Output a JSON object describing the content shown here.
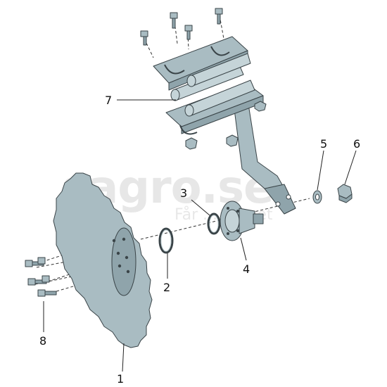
{
  "watermark": {
    "brand": "sagro.se",
    "tagline": "Får        ...        arknet"
  },
  "callouts": [
    {
      "id": "1",
      "label": "1"
    },
    {
      "id": "2",
      "label": "2"
    },
    {
      "id": "3",
      "label": "3"
    },
    {
      "id": "4",
      "label": "4"
    },
    {
      "id": "5",
      "label": "5"
    },
    {
      "id": "6",
      "label": "6"
    },
    {
      "id": "7",
      "label": "7"
    },
    {
      "id": "8",
      "label": "8"
    }
  ],
  "colors": {
    "part_fill": "#a9bcc2",
    "part_stroke": "#3a4448"
  }
}
